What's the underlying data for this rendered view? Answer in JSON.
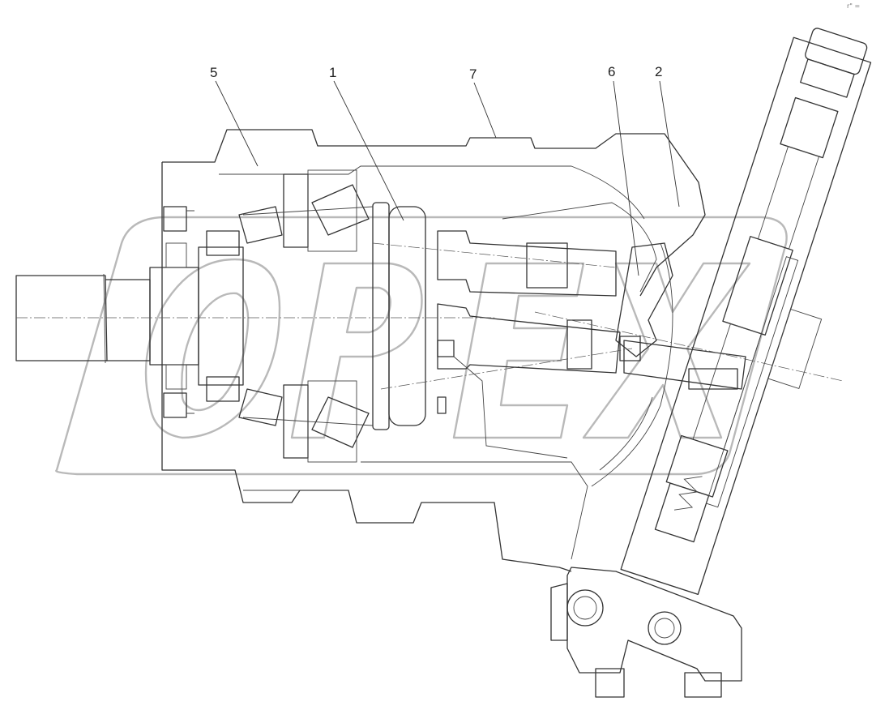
{
  "diagram": {
    "subject": "hydraulic-motor-cross-section",
    "callouts": [
      {
        "id": "callout-5",
        "label": "5"
      },
      {
        "id": "callout-1",
        "label": "1"
      },
      {
        "id": "callout-7",
        "label": "7"
      },
      {
        "id": "callout-6",
        "label": "6"
      },
      {
        "id": "callout-2",
        "label": "2"
      }
    ],
    "watermark": "OPEX",
    "corner_mark": "r\" ="
  }
}
